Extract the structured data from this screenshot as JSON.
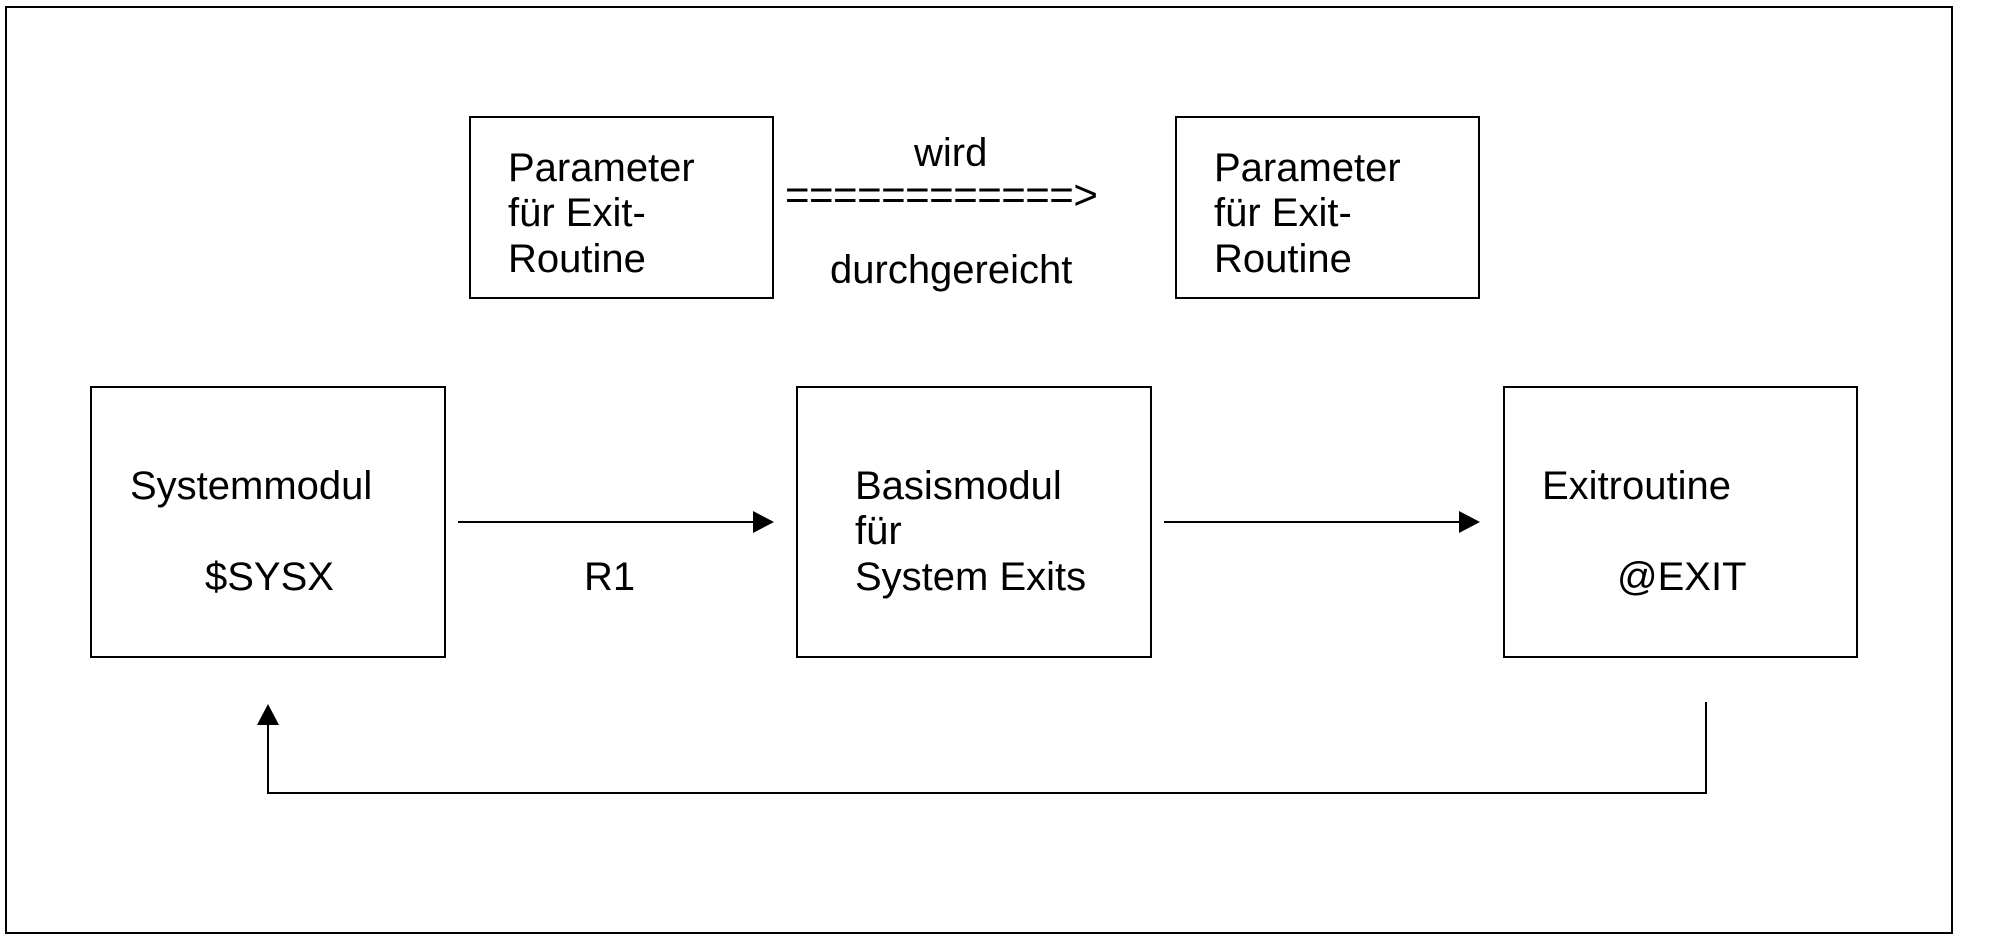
{
  "diagram": {
    "param_box_left": {
      "lines": [
        "Parameter",
        "für Exit-",
        "Routine"
      ]
    },
    "pass_through": {
      "top_text": "wird",
      "arrow_text": "============>",
      "bottom_text": "durchgereicht"
    },
    "param_box_right": {
      "lines": [
        "Parameter",
        "für Exit-",
        "Routine"
      ]
    },
    "system_module": {
      "title": "Systemmodul",
      "name": "$SYSX"
    },
    "register_label": "R1",
    "base_module": {
      "lines": [
        "Basismodul",
        "für",
        "System Exits"
      ]
    },
    "exit_routine": {
      "title": "Exitroutine",
      "name": "@EXIT"
    }
  }
}
